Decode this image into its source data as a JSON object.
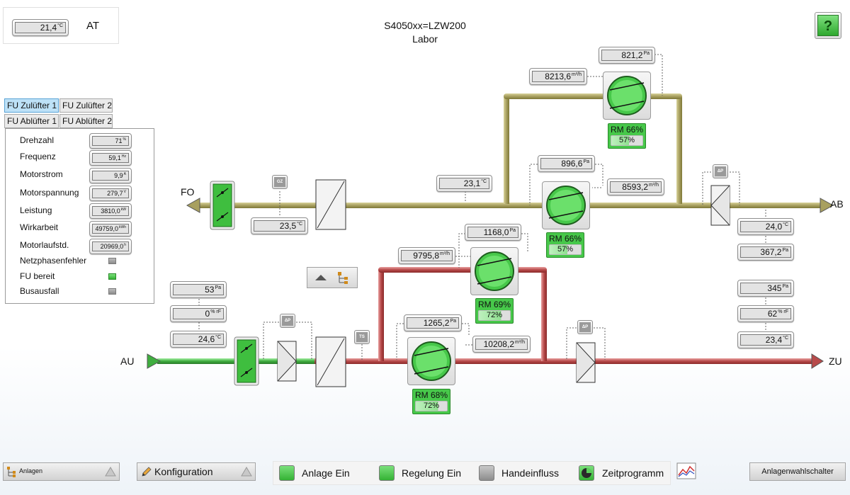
{
  "header": {
    "title": "S4050xx=LZW200",
    "subtitle": "Labor",
    "help_label": "?"
  },
  "outdoor": {
    "value": "21,4",
    "unit": "°C",
    "label": "AT"
  },
  "tabs": [
    "FU Zulüfter 1",
    "FU Zulüfter 2",
    "FU Ablüfter 1",
    "FU Ablüfter 2"
  ],
  "params": [
    {
      "label": "Drehzahl",
      "value": "71",
      "unit": "%"
    },
    {
      "label": "Frequenz",
      "value": "59,1",
      "unit": "Hz"
    },
    {
      "label": "Motorstrom",
      "value": "9,9",
      "unit": "A"
    },
    {
      "label": "Motorspannung",
      "value": "279,7",
      "unit": "V"
    },
    {
      "label": "Leistung",
      "value": "3810,0",
      "unit": "kW"
    },
    {
      "label": "Wirkarbeit",
      "value": "49759,0",
      "unit": "kWh"
    },
    {
      "label": "Motorlaufstd.",
      "value": "20969,0",
      "unit": "h"
    }
  ],
  "status": [
    {
      "label": "Netzphasenfehler",
      "state": "off"
    },
    {
      "label": "FU bereit",
      "state": "on"
    },
    {
      "label": "Busausfall",
      "state": "off"
    }
  ],
  "ports": {
    "fo": "FO",
    "ab": "AB",
    "au": "AU",
    "zu": "ZU"
  },
  "tags": {
    "gz": "GZ",
    "dp": "ΔP",
    "ts": "TS"
  },
  "values": {
    "fan_top_pressure": {
      "v": "821,2",
      "u": "Pa"
    },
    "fan_top_flow": {
      "v": "8213,6",
      "u": "m³/h"
    },
    "exh_fan_pressure": {
      "v": "896,6",
      "u": "Pa"
    },
    "exh_fan_flow": {
      "v": "8593,2",
      "u": "m³/h"
    },
    "exhaust_temp": {
      "v": "23,1",
      "u": "°C"
    },
    "fo_temp": {
      "v": "23,5",
      "u": "°C"
    },
    "ab_temp": {
      "v": "24,0",
      "u": "°C"
    },
    "ab_pressure": {
      "v": "367,2",
      "u": "Pa"
    },
    "sup_top_pressure": {
      "v": "1168,0",
      "u": "Pa"
    },
    "sup_top_flow": {
      "v": "9795,8",
      "u": "m³/h"
    },
    "sup_fan_pressure": {
      "v": "1265,2",
      "u": "Pa"
    },
    "sup_fan_flow": {
      "v": "10208,2",
      "u": "m³/h"
    },
    "au_pressure": {
      "v": "53",
      "u": "Pa"
    },
    "au_humidity": {
      "v": "0",
      "u": "% rF"
    },
    "au_temp": {
      "v": "24,6",
      "u": "°C"
    },
    "zu_pressure": {
      "v": "345",
      "u": "Pa"
    },
    "zu_humidity": {
      "v": "62",
      "u": "% rF"
    },
    "zu_temp": {
      "v": "23,4",
      "u": "°C"
    }
  },
  "fans": [
    {
      "rm": "RM 66%",
      "pct": "57%",
      "level": 57
    },
    {
      "rm": "RM 66%",
      "pct": "57%",
      "level": 57
    },
    {
      "rm": "RM 69%",
      "pct": "72%",
      "level": 72
    },
    {
      "rm": "RM 68%",
      "pct": "72%",
      "level": 72
    }
  ],
  "bottom": {
    "anlagen": "Anlagen",
    "konfiguration": "Konfiguration",
    "legend": [
      "Anlage Ein",
      "Regelung Ein",
      "Handeinfluss",
      "Zeitprogramm"
    ],
    "switch": "Anlagenwahlschalter"
  },
  "colors": {
    "exhaust_duct": "#a8a060",
    "supply_duct": "#b84a4a",
    "intake_duct": "#3fae3f",
    "fan": "#47c84a"
  }
}
